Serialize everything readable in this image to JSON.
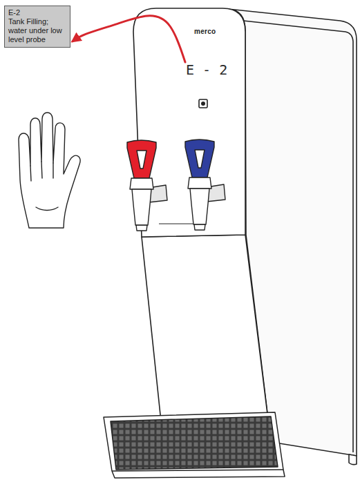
{
  "diagram": {
    "nodes": [
      {
        "text": [
          "E-2",
          "Tank Filling; water under low level probe"
        ]
      },
      {
        "text": [
          "E - 2"
        ]
      }
    ],
    "edges": [
      {
        "from": 1,
        "to": 0,
        "arrow": "to"
      }
    ],
    "labels": [
      "merco"
    ]
  }
}
